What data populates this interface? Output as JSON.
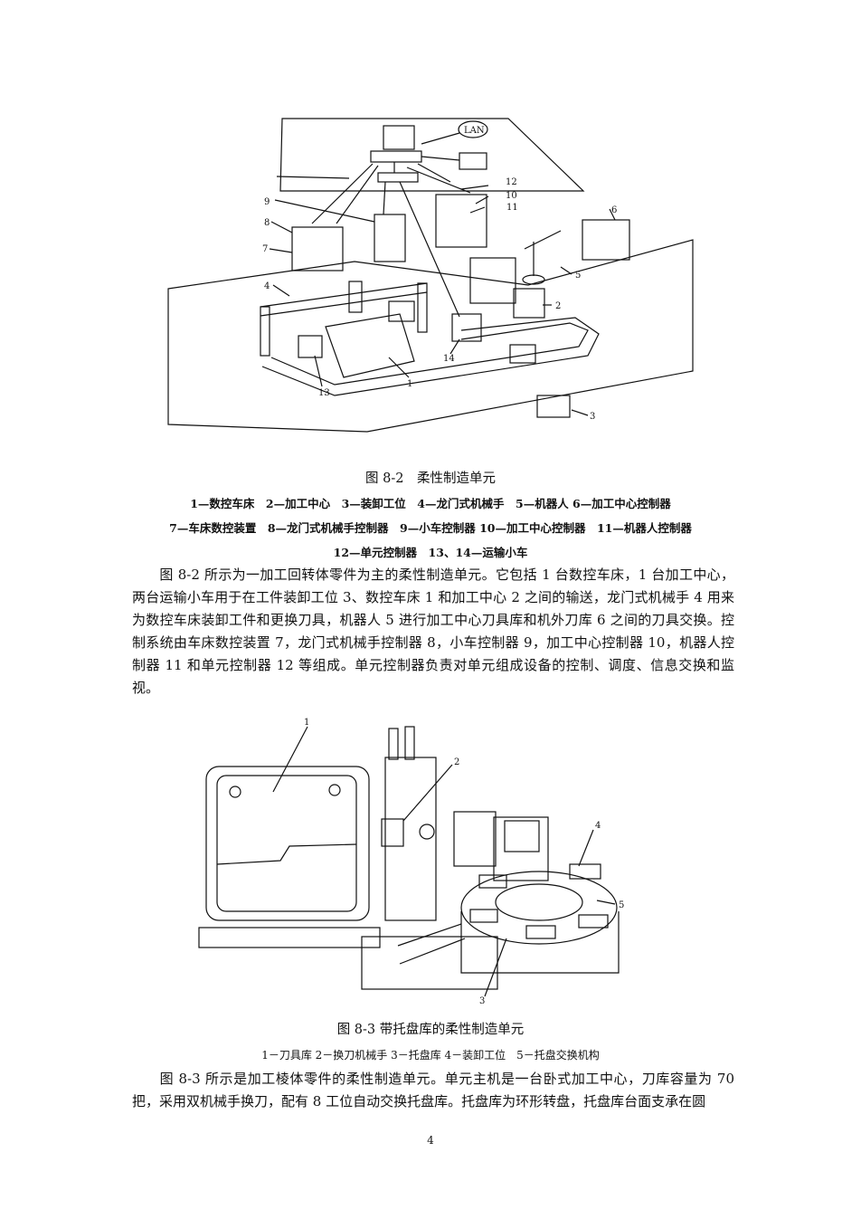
{
  "figure1": {
    "callouts": [
      "1",
      "2",
      "3",
      "4",
      "5",
      "6",
      "7",
      "8",
      "9",
      "10",
      "11",
      "12",
      "13",
      "14"
    ],
    "lan_label": "LAN",
    "caption": "图 8-2　柔性制造单元",
    "legend_lines": [
      "1—数控车床　2—加工中心　3—装卸工位　4—龙门式机械手　5—机器人 6—加工中心控制器",
      "7—车床数控装置　8—龙门式机械手控制器　9—小车控制器 10—加工中心控制器　11—机器人控制器",
      "12—单元控制器　13、14—运输小车"
    ]
  },
  "paragraph1": "图 8-2 所示为一加工回转体零件为主的柔性制造单元。它包括 1 台数控车床，1 台加工中心，两台运输小车用于在工件装卸工位 3、数控车床 1 和加工中心 2 之间的输送，龙门式机械手 4 用来为数控车床装卸工件和更换刀具，机器人 5 进行加工中心刀具库和机外刀库 6 之间的刀具交换。控制系统由车床数控装置 7，龙门式机械手控制器 8，小车控制器 9，加工中心控制器 10，机器人控制器 11 和单元控制器 12 等组成。单元控制器负责对单元组成设备的控制、调度、信息交换和监视。",
  "figure2": {
    "callouts": [
      "1",
      "2",
      "3",
      "4",
      "5"
    ],
    "caption": "图 8-3 带托盘库的柔性制造单元",
    "legend": "1－刀具库 2－换刀机械手 3－托盘库 4－装卸工位　5－托盘交换机构"
  },
  "paragraph2": "图 8-3 所示是加工棱体零件的柔性制造单元。单元主机是一台卧式加工中心，刀库容量为 70 把，采用双机械手换刀，配有 8 工位自动交换托盘库。托盘库为环形转盘，托盘库台面支承在圆",
  "page_number": "4"
}
